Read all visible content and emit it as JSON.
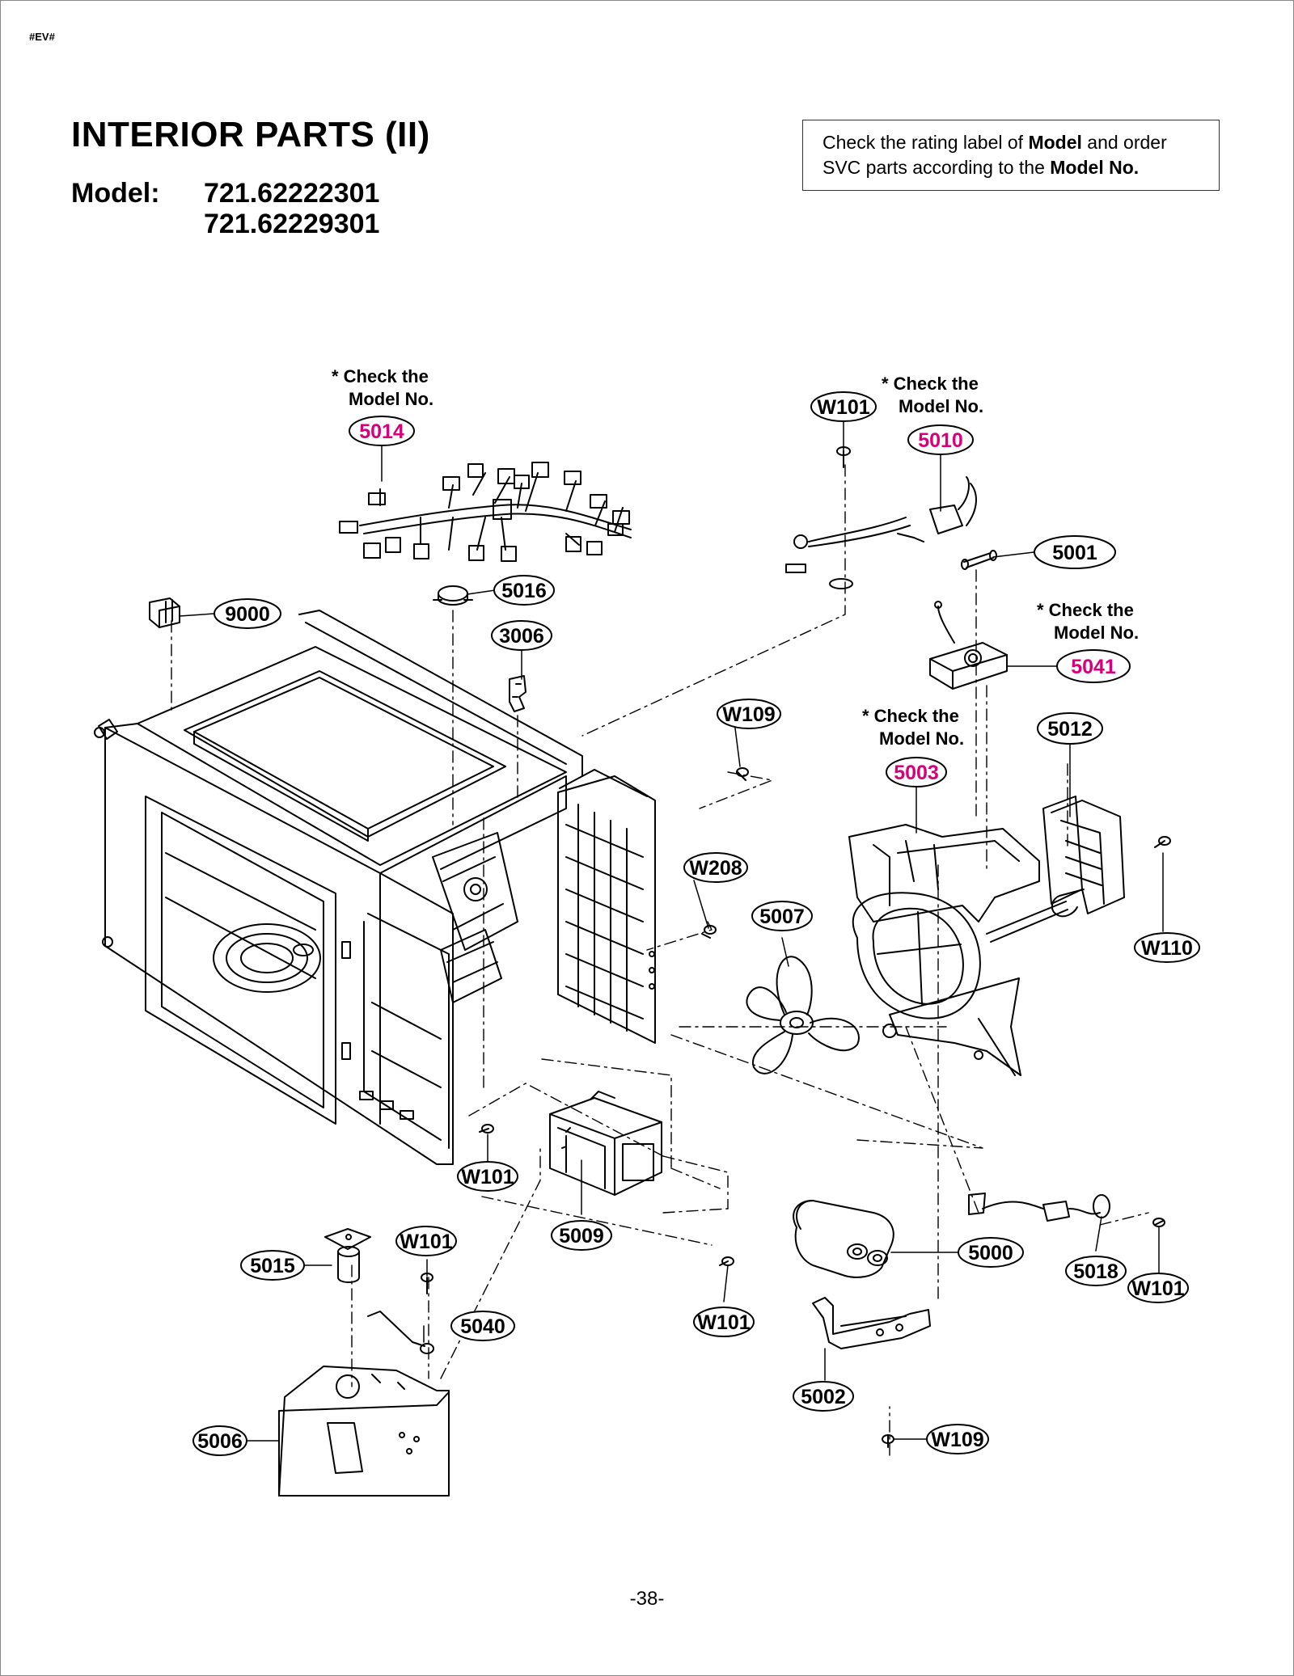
{
  "header": {
    "corner_tag": "#EV#",
    "title": "INTERIOR PARTS (II)",
    "model_label": "Model:",
    "models": [
      "721.62222301",
      "721.62229301"
    ]
  },
  "notice": {
    "line1_pre": "Check the rating label of ",
    "line1_bold": "Model",
    "line1_post": " and order",
    "line2_pre": "SVC parts according to the ",
    "line2_bold": "Model No."
  },
  "notes": {
    "check_line1": "* Check the",
    "check_line2": "Model No."
  },
  "colors": {
    "highlight": "#d6007a",
    "line": "#000000"
  },
  "callouts": [
    {
      "id": "c-5014",
      "label": "5014",
      "highlight": true
    },
    {
      "id": "c-W101-top",
      "label": "W101",
      "highlight": false
    },
    {
      "id": "c-5010",
      "label": "5010",
      "highlight": true
    },
    {
      "id": "c-5001",
      "label": "5001",
      "highlight": false
    },
    {
      "id": "c-9000",
      "label": "9000",
      "highlight": false
    },
    {
      "id": "c-5016",
      "label": "5016",
      "highlight": false
    },
    {
      "id": "c-3006",
      "label": "3006",
      "highlight": false
    },
    {
      "id": "c-5041",
      "label": "5041",
      "highlight": true
    },
    {
      "id": "c-W109-top",
      "label": "W109",
      "highlight": false
    },
    {
      "id": "c-5003",
      "label": "5003",
      "highlight": true
    },
    {
      "id": "c-5012",
      "label": "5012",
      "highlight": false
    },
    {
      "id": "c-W208",
      "label": "W208",
      "highlight": false
    },
    {
      "id": "c-5007",
      "label": "5007",
      "highlight": false
    },
    {
      "id": "c-W110",
      "label": "W110",
      "highlight": false
    },
    {
      "id": "c-W101-mid",
      "label": "W101",
      "highlight": false
    },
    {
      "id": "c-5009",
      "label": "5009",
      "highlight": false
    },
    {
      "id": "c-W101-low",
      "label": "W101",
      "highlight": false
    },
    {
      "id": "c-5015",
      "label": "5015",
      "highlight": false
    },
    {
      "id": "c-5040",
      "label": "5040",
      "highlight": false
    },
    {
      "id": "c-W101-bottom",
      "label": "W101",
      "highlight": false
    },
    {
      "id": "c-5000",
      "label": "5000",
      "highlight": false
    },
    {
      "id": "c-5018",
      "label": "5018",
      "highlight": false
    },
    {
      "id": "c-W101-right",
      "label": "W101",
      "highlight": false
    },
    {
      "id": "c-5002",
      "label": "5002",
      "highlight": false
    },
    {
      "id": "c-5006",
      "label": "5006",
      "highlight": false
    },
    {
      "id": "c-W109-bottom",
      "label": "W109",
      "highlight": false
    }
  ],
  "footer": {
    "page_number": "-38-"
  }
}
